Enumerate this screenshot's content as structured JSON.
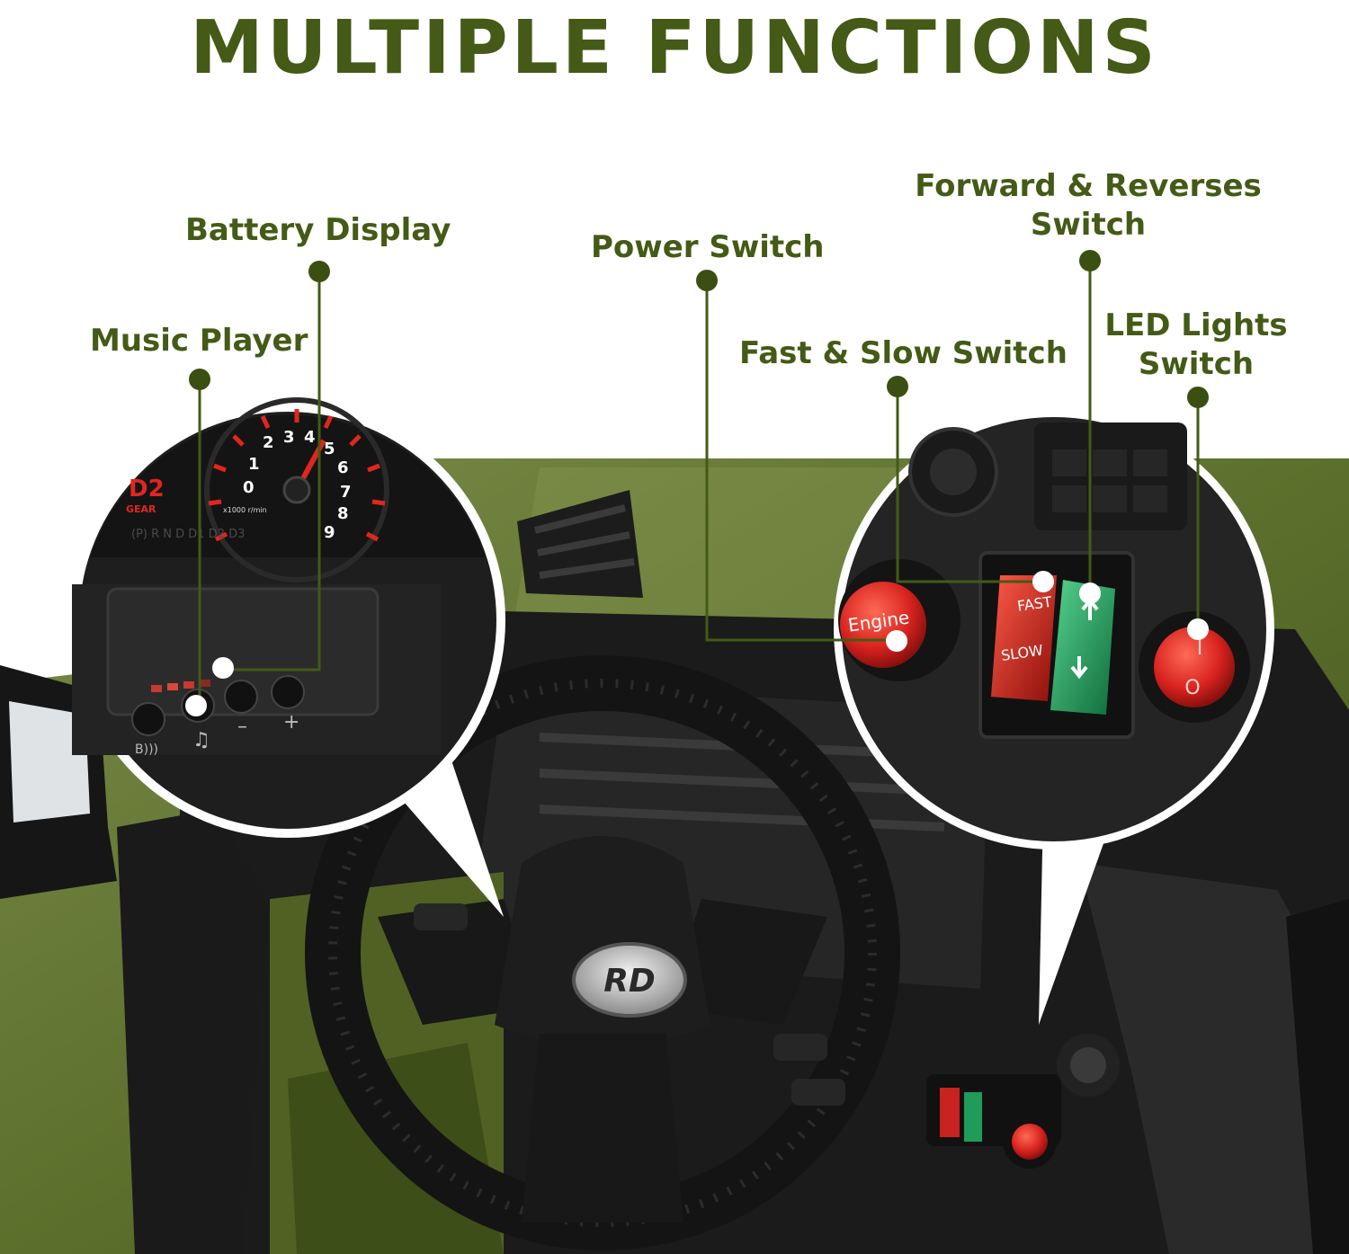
{
  "title": "MULTIPLE FUNCTIONS",
  "callouts": {
    "battery_display": "Battery Display",
    "music_player": "Music Player",
    "power_switch": "Power Switch",
    "forward_reverse_line1": "Forward & Reverses",
    "forward_reverse_line2": "Switch",
    "fast_slow": "Fast & Slow Switch",
    "led_line1": "LED Lights",
    "led_line2": "Switch"
  },
  "dashboard": {
    "gear_badge": "D2",
    "gear_label": "GEAR",
    "gear_sequence": "(P) R N D D1 D2 D3",
    "gauge_numbers": [
      "0",
      "1",
      "2",
      "3",
      "4",
      "5",
      "6",
      "7",
      "8",
      "9"
    ],
    "rpm_unit": "x1000 r/min",
    "button_icons": [
      "bluetooth-icon",
      "music-note-icon",
      "volume-down-icon",
      "volume-up-icon"
    ],
    "button_glyphs": [
      "B)))",
      "♫",
      "–",
      "+"
    ]
  },
  "switches": {
    "engine": "Engine",
    "fast": "FAST",
    "slow": "SLOW",
    "led_on": "I",
    "led_off": "O"
  },
  "steering_logo": "RD",
  "colors": {
    "brand_green": "#445a16",
    "car_green": "#5c6f2c",
    "dark": "#1a1a1a",
    "red_switch": "#d8231f",
    "green_switch": "#1f9c5a"
  }
}
